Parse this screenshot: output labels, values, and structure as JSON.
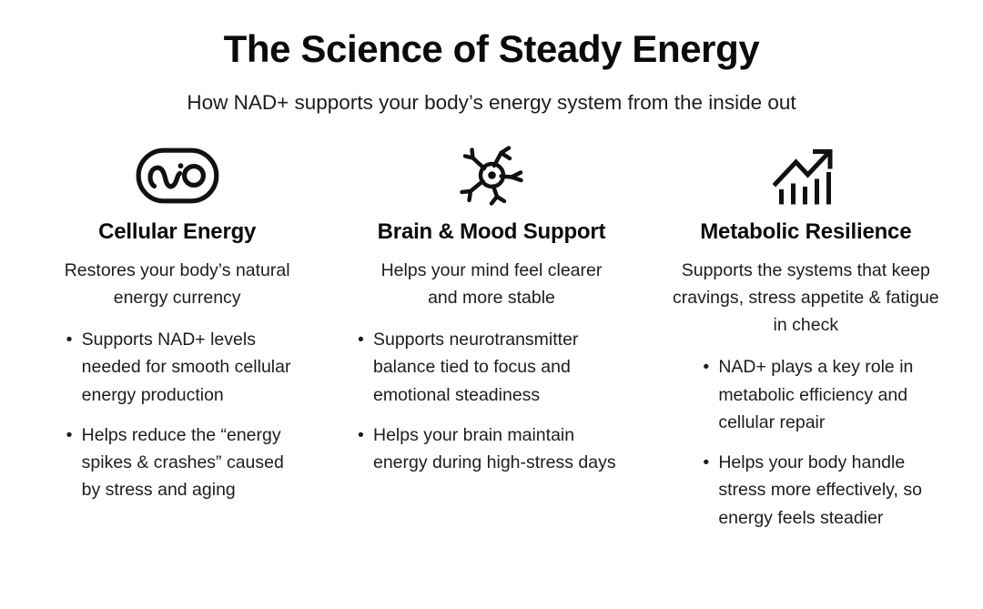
{
  "header": {
    "title": "The Science of Steady Energy",
    "subtitle": "How NAD+ supports your body’s energy system from the inside out"
  },
  "theme": {
    "background": "#ffffff",
    "title_color": "#0b0b0b",
    "body_color": "#1d1d1d",
    "icon_color": "#111111"
  },
  "columns": [
    {
      "icon": "mitochondria-icon",
      "title": "Cellular Energy",
      "subtitle": "Restores your body’s natural energy currency",
      "bullets": [
        "Supports NAD+ levels needed for smooth cellular energy production",
        "Helps reduce the “energy spikes & crashes” caused by stress and aging"
      ]
    },
    {
      "icon": "neuron-icon",
      "title": "Brain & Mood Support",
      "subtitle": "Helps your mind feel clearer and more stable",
      "bullets": [
        "Supports neurotransmitter balance tied to focus and emotional steadiness",
        "Helps your brain maintain energy during high-stress days"
      ]
    },
    {
      "icon": "growth-chart-icon",
      "title": "Metabolic Resilience",
      "subtitle": "Supports the systems that keep cravings, stress appetite & fatigue in check",
      "bullets": [
        "NAD+ plays a key role in metabolic efficiency and cellular repair",
        "Helps your body handle stress more effectively, so energy feels steadier"
      ]
    }
  ]
}
